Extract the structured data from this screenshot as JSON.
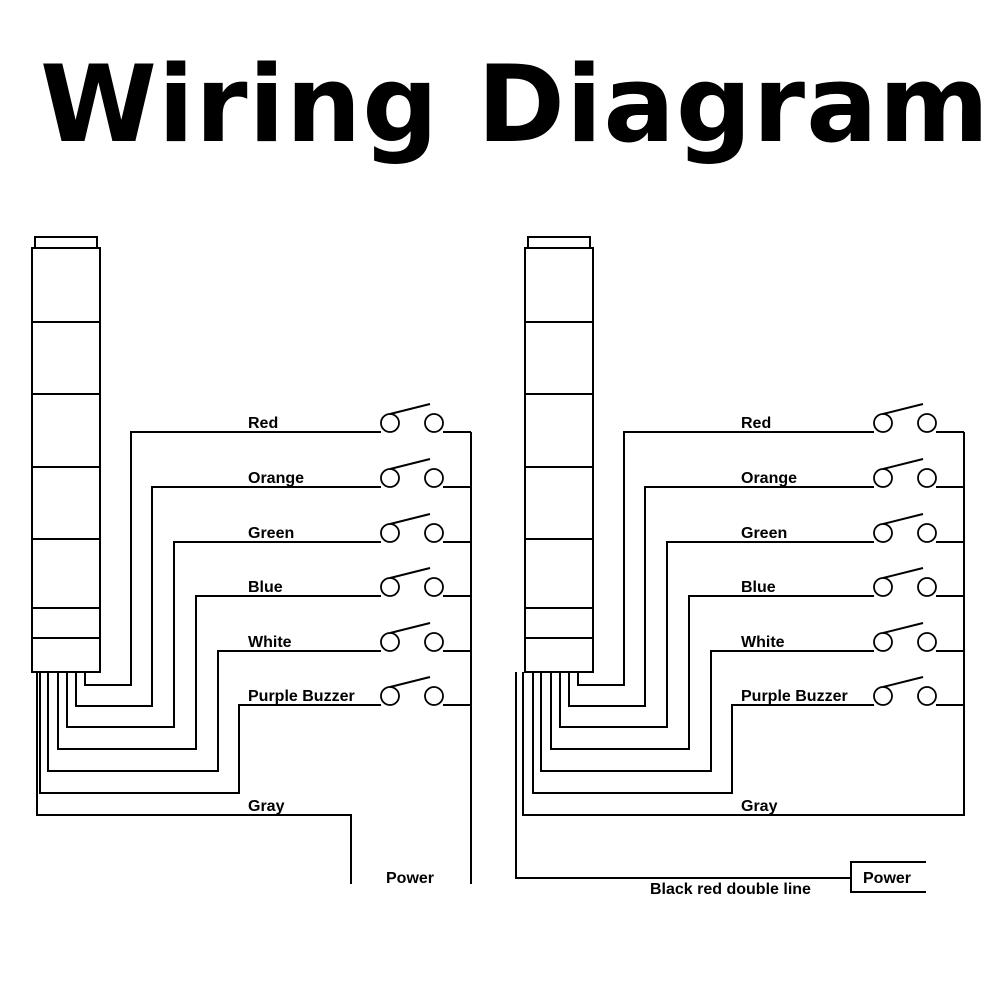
{
  "title": "Wiring Diagram",
  "wire_colors": [
    "Red",
    "Orange",
    "Green",
    "Blue",
    "White",
    "Purple Buzzer"
  ],
  "left": {
    "common_wire": "Gray",
    "power": "Power"
  },
  "right": {
    "common_wire": "Gray",
    "power_wire": "Black red double line",
    "power": "Power"
  }
}
